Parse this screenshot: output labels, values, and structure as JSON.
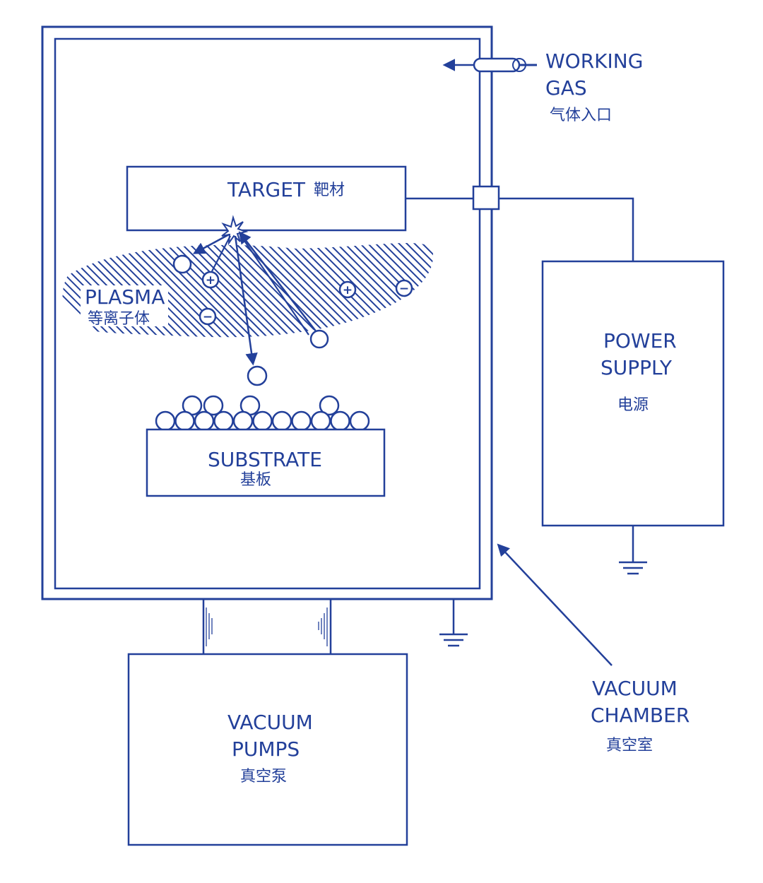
{
  "colors": {
    "ink": "#23409a",
    "background": "#ffffff"
  },
  "labels": {
    "working_gas": "WORKING",
    "working_gas_2": "GAS",
    "working_gas_cn": "气体入口",
    "target": "TARGET",
    "target_cn": "靶材",
    "plasma": "PLASMA",
    "plasma_cn": "等离子体",
    "substrate": "SUBSTRATE",
    "substrate_cn": "基板",
    "power_supply": "POWER",
    "power_supply_2": "SUPPLY",
    "power_supply_cn": "电源",
    "vacuum_pumps": "VACUUM",
    "vacuum_pumps_2": "PUMPS",
    "vacuum_pumps_cn": "真空泵",
    "vacuum_chamber": "VACUUM",
    "vacuum_chamber_2": "CHAMBER",
    "vacuum_chamber_cn": "真空室"
  },
  "symbols": {
    "positive_ion": "+",
    "negative_ion": "−"
  }
}
